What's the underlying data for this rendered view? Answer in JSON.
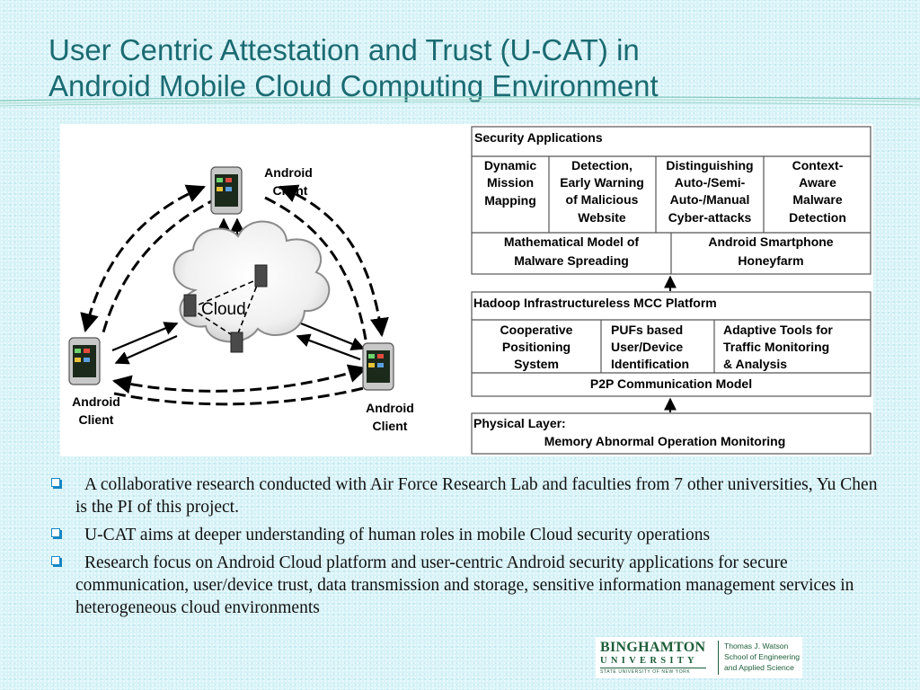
{
  "slide": {
    "title_line1": "User Centric Attestation and Trust (U-CAT) in",
    "title_line2": "Android Mobile Cloud Computing Environment"
  },
  "diagram": {
    "cloud_label": "Cloud",
    "clients": [
      {
        "line1": "Android",
        "line2": "Client"
      },
      {
        "line1": "Android",
        "line2": "Client"
      },
      {
        "line1": "Android",
        "line2": "Client"
      }
    ]
  },
  "architecture": {
    "security_apps": {
      "header": "Security Applications",
      "cells": [
        [
          "Dynamic",
          "Mission",
          "Mapping"
        ],
        [
          "Detection,",
          "Early Warning",
          "of Malicious",
          "Website"
        ],
        [
          "Distinguishing",
          "Auto-/Semi-",
          "Auto-/Manual",
          "Cyber-attacks"
        ],
        [
          "Context-",
          "Aware",
          "Malware",
          "Detection"
        ]
      ],
      "bottom": [
        [
          "Mathematical Model of",
          "Malware Spreading"
        ],
        [
          "Android Smartphone",
          "Honeyfarm"
        ]
      ]
    },
    "hadoop": {
      "header": "Hadoop Infrastructureless MCC Platform",
      "cells": [
        [
          "Cooperative",
          "Positioning",
          "System"
        ],
        [
          "PUFs based",
          "User/Device",
          "Identification"
        ],
        [
          "Adaptive Tools for",
          "Traffic Monitoring",
          "& Analysis"
        ]
      ],
      "footer": "P2P Communication Model"
    },
    "physical": {
      "line1": "Physical Layer:",
      "line2": "Memory Abnormal Operation Monitoring"
    }
  },
  "bullets": [
    "A collaborative research conducted with Air Force Research Lab and faculties from 7 other universities, Yu Chen is the PI of this project.",
    "U-CAT aims at deeper understanding of human roles in mobile Cloud security operations",
    "Research focus on Android Cloud platform and user-centric Android security applications for secure communication, user/device trust, data transmission and storage, sensitive information management services in heterogeneous cloud environments"
  ],
  "logo": {
    "name": "BINGHAMTON",
    "univ": "UNIVERSITY",
    "state": "STATE UNIVERSITY OF NEW YORK",
    "school_line1": "Thomas J. Watson",
    "school_line2": "School of Engineering",
    "school_line3": "and Applied Science"
  },
  "colors": {
    "title": "#1b6b72",
    "bullet_marker": "#1585c4",
    "background": "#d8f3f8",
    "logo_green": "#1d5e3a"
  }
}
